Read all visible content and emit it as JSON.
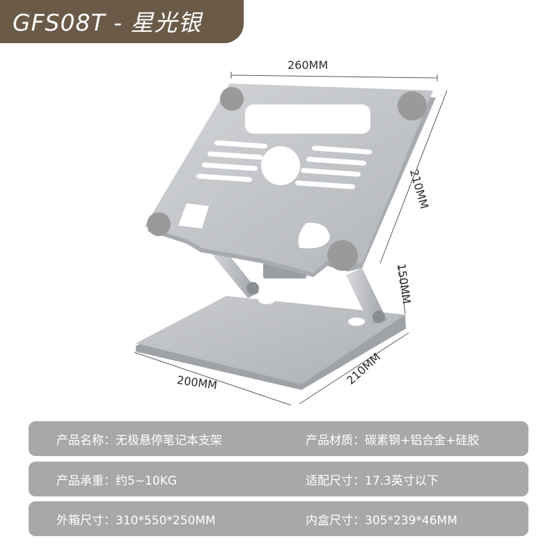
{
  "title": "GFS08T - 星光银",
  "dimensions": {
    "width": "260MM",
    "height_top": "210MM",
    "height_lift": "150MM",
    "base_front": "200MM",
    "base_depth": "210MM"
  },
  "specs": [
    {
      "left": "产品名称：无极悬停笔记本支架",
      "right": "产品材质：碳素钢+铝合金+硅胶"
    },
    {
      "left": "产品承重：约5~10KG",
      "right": "适配尺寸：17.3英寸以下"
    },
    {
      "left": "外箱尺寸：310*550*250MM",
      "right": "内盒尺寸：305*239*46MM"
    }
  ],
  "colors": {
    "banner": "#6b5a48",
    "spec_row": "#a8a8a8",
    "metal": "#c4c6c9",
    "pad": "#9a9a9a"
  }
}
